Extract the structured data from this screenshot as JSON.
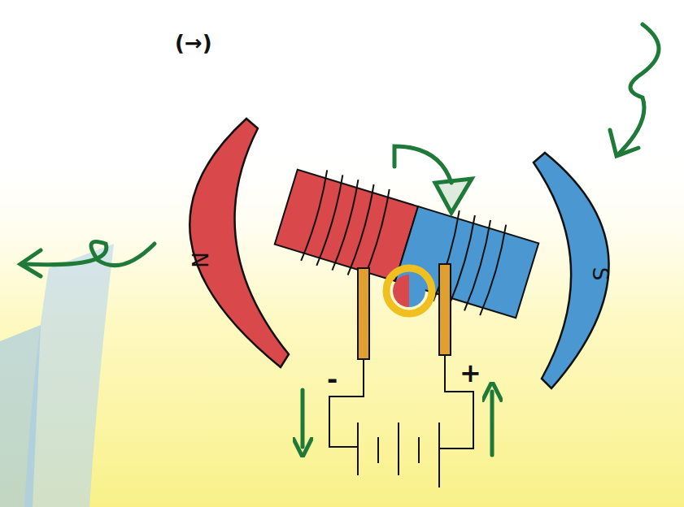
{
  "diagram": {
    "nodes": [
      {
        "text": [
          "N"
        ]
      },
      {
        "text": [
          "S"
        ]
      }
    ],
    "labels": [
      "(→)",
      "-",
      "+"
    ]
  }
}
